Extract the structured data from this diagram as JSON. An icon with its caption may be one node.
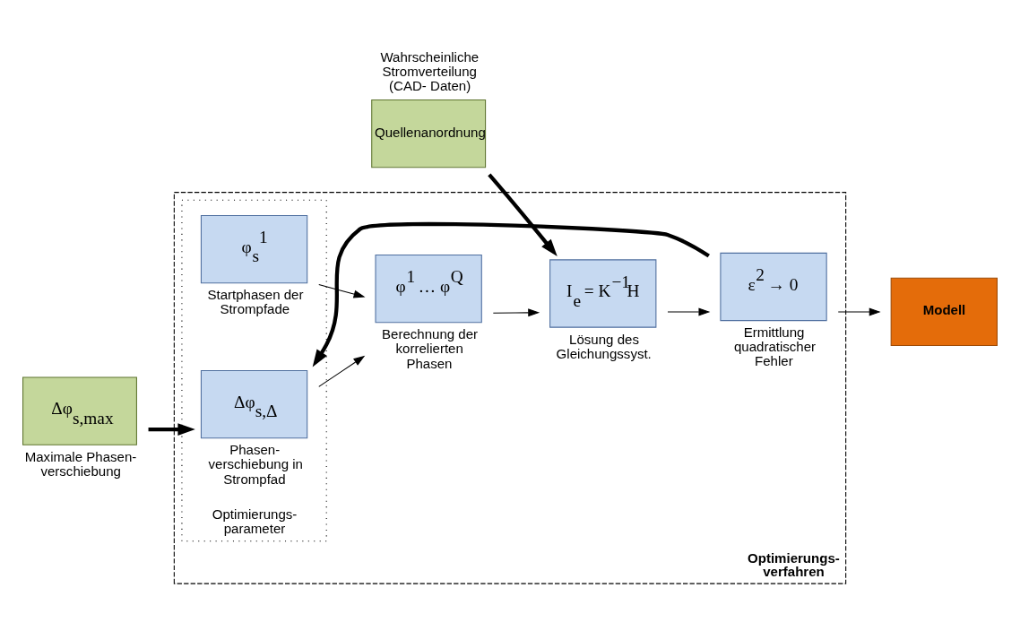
{
  "diagram": {
    "nodes": [
      {
        "text": [
          "Optimierungs- verfahren"
        ]
      },
      {
        "text": [
          "Optimierungs- parameter"
        ],
        "in": 0
      },
      {
        "text": [
          "φ$_{s}$$^{1}$"
        ],
        "beside": [
          "Startphasen der Strompfade"
        ],
        "in": 1
      },
      {
        "text": [
          "Δφ$_{s,Δ}$"
        ],
        "beside": [
          "Phasen- verschiebung in Strompfad"
        ],
        "in": 1
      },
      {
        "text": [
          "φ$^{1}$ … φ$^{Q}$"
        ],
        "beside": [
          "Berechnung der korrelierten Phasen"
        ],
        "in": 0
      },
      {
        "text": [
          "I$_{e}$ = K$^{−1}$H"
        ],
        "beside": [
          "Lösung des Gleichungssyst."
        ],
        "in": 0
      },
      {
        "text": [
          "ε$^{2}$ → 0"
        ],
        "beside": [
          "Ermittlung quadratischer Fehler"
        ],
        "in": 0
      },
      {
        "text": [
          "Quellenanordnung"
        ],
        "beside": [
          "Wahrscheinliche Stromverteilung (CAD- Daten)"
        ]
      },
      {
        "text": [
          "Δφ$_{s,max}$"
        ],
        "beside": [
          "Maximale Phasen- verschiebung"
        ]
      },
      {
        "text": [
          "Modell"
        ]
      }
    ],
    "edges": [
      {
        "from": 2,
        "to": 4,
        "arrow": "to"
      },
      {
        "from": 3,
        "to": 4,
        "arrow": "to"
      },
      {
        "from": 4,
        "to": 5,
        "arrow": "to"
      },
      {
        "from": 5,
        "to": 6,
        "arrow": "to"
      },
      {
        "from": 7,
        "to": 5,
        "arrow": "to",
        "style": "thick"
      },
      {
        "from": 8,
        "to": 3,
        "arrow": "to",
        "style": "thick"
      },
      {
        "from": 6,
        "to": 3,
        "arrow": "to",
        "style": "thick"
      },
      {
        "from": 6,
        "to": 9,
        "arrow": "to"
      }
    ]
  }
}
